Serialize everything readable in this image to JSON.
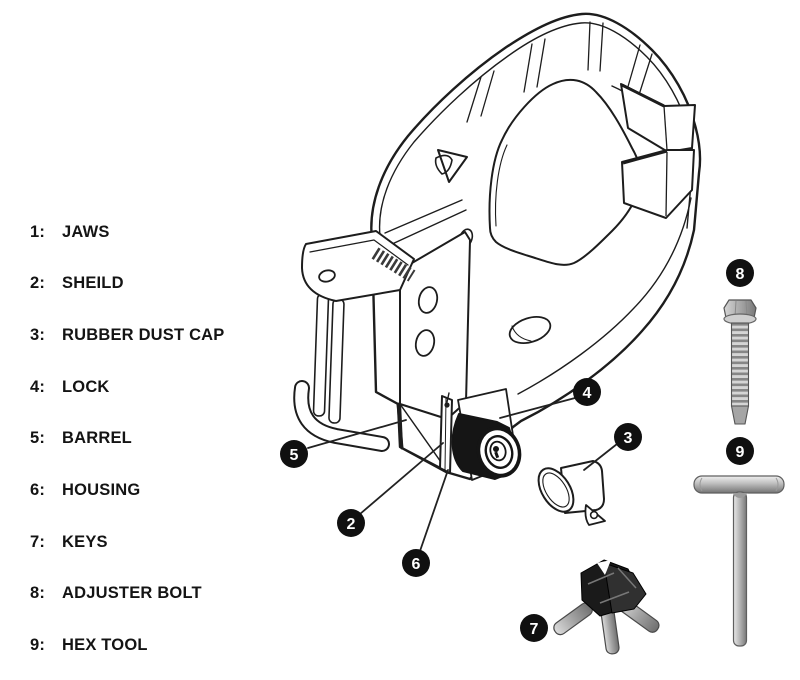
{
  "figure": {
    "subject": "Wheel clamp exploded parts diagram",
    "colors": {
      "ink": "#1d1d1d",
      "callout_bg": "#101010",
      "paper": "#ffffff"
    }
  },
  "legend": {
    "items": [
      {
        "num": "1:",
        "label": "JAWS"
      },
      {
        "num": "2:",
        "label": "SHEILD"
      },
      {
        "num": "3:",
        "label": "RUBBER DUST CAP"
      },
      {
        "num": "4:",
        "label": "LOCK"
      },
      {
        "num": "5:",
        "label": "BARREL"
      },
      {
        "num": "6:",
        "label": "HOUSING"
      },
      {
        "num": "7:",
        "label": "KEYS"
      },
      {
        "num": "8:",
        "label": "ADJUSTER BOLT"
      },
      {
        "num": "9:",
        "label": "HEX TOOL"
      }
    ]
  },
  "callouts": {
    "n2": "2",
    "n3": "3",
    "n4": "4",
    "n5": "5",
    "n6": "6",
    "n7": "7",
    "n8": "8",
    "n9": "9"
  }
}
